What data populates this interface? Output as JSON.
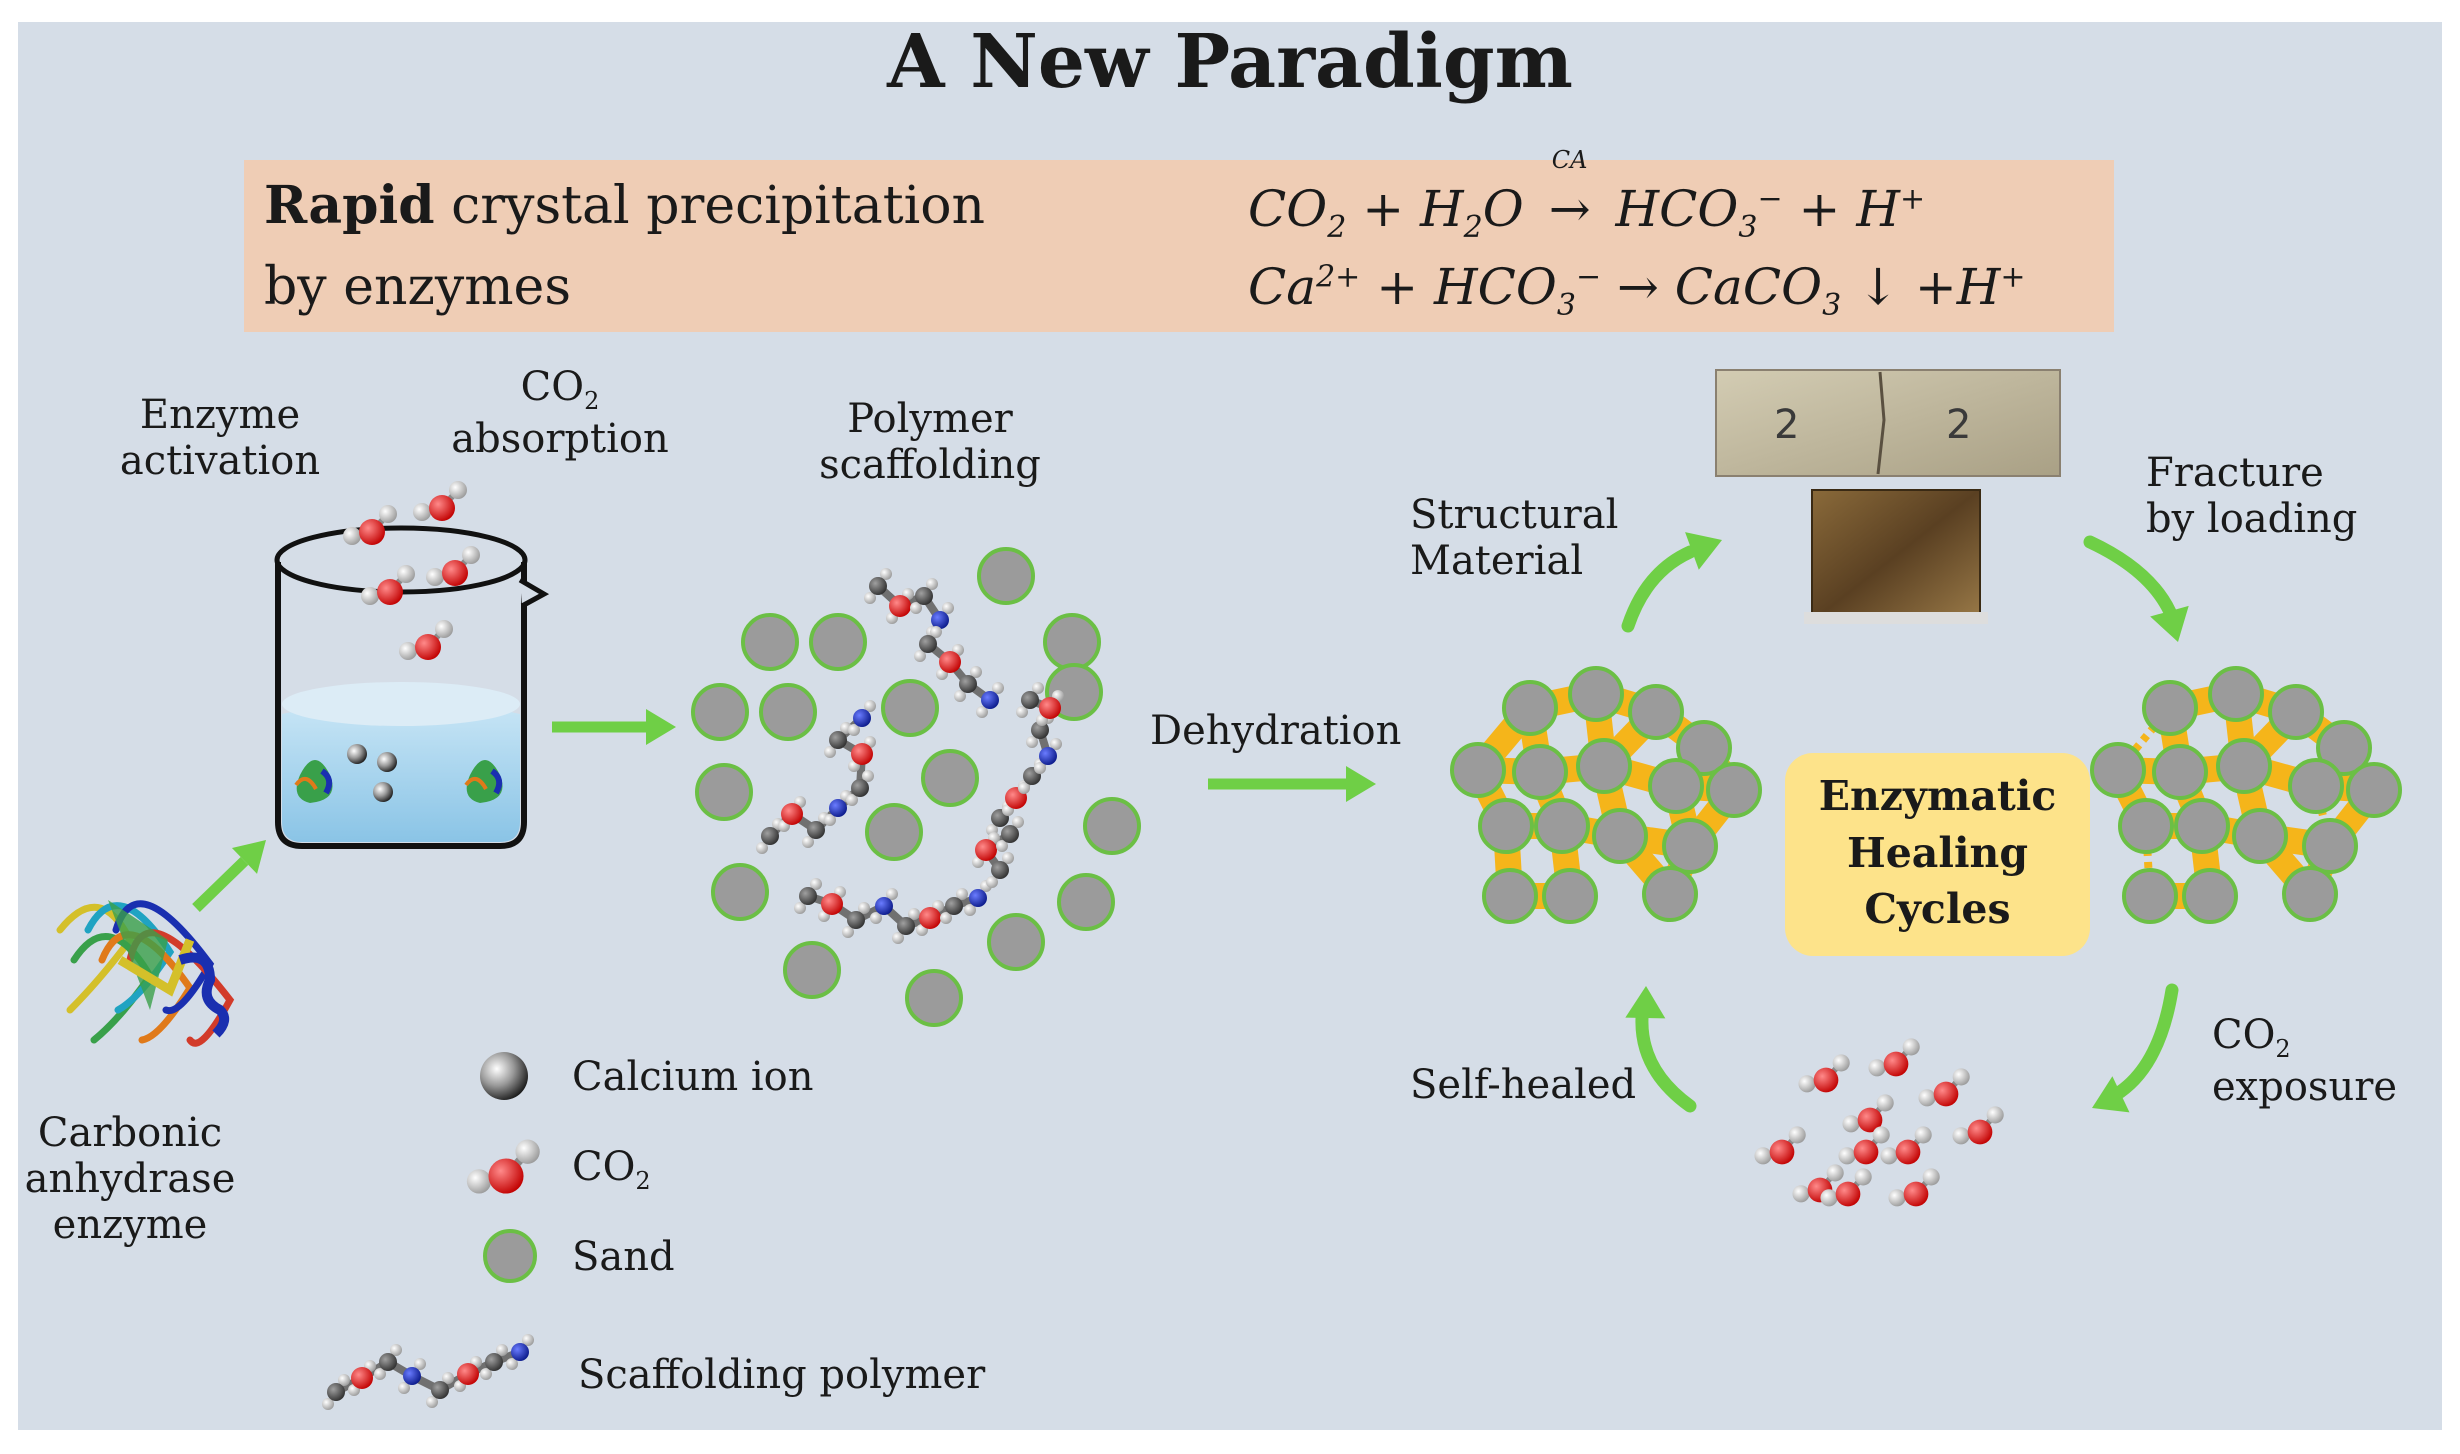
{
  "title": "A New Paradigm",
  "banner": {
    "line1_bold": "Rapid",
    "line1_rest": " crystal precipitation",
    "line2": "by enzymes",
    "eq1": {
      "a": "CO",
      "a_sub": "2",
      "plus1": " + ",
      "b": "H",
      "b_sub": "2",
      "b2": "O",
      "catalyst": "CA",
      "c": "HCO",
      "c_sub": "3",
      "c_sup": "−",
      "plus2": " + ",
      "d": "H",
      "d_sup": "+"
    },
    "eq2": {
      "a": "Ca",
      "a_sup": "2+",
      "plus1": " + ",
      "b": "HCO",
      "b_sub": "3",
      "b_sup": "−",
      "arrow": " → ",
      "c": "CaCO",
      "c_sub": "3",
      "down": " ↓ ",
      "plus2": "+",
      "d": "H",
      "d_sup": "+"
    }
  },
  "labels": {
    "enzyme_activation_1": "Enzyme",
    "enzyme_activation_2": "activation",
    "co2_absorption_1": "CO",
    "co2_absorption_1_sub": "2",
    "co2_absorption_2": "absorption",
    "polymer_1": "Polymer",
    "polymer_2": "scaffolding",
    "dehydration": "Dehydration",
    "structural_1": "Structural",
    "structural_2": "Material",
    "fracture_1": "Fracture",
    "fracture_2": "by loading",
    "self_healed": "Self-healed",
    "co2_exposure_1": "CO",
    "co2_exposure_1_sub": "2",
    "co2_exposure_2": "exposure",
    "carbonic_1": "Carbonic",
    "carbonic_2": "anhydrase",
    "carbonic_3": "enzyme",
    "healing_1": "Enzymatic",
    "healing_2": "Healing",
    "healing_3": "Cycles",
    "sample_mark": "2"
  },
  "legend": {
    "calcium": "Calcium ion",
    "co2": "CO",
    "co2_sub": "2",
    "sand": "Sand",
    "polymer": "Scaffolding polymer"
  },
  "colors": {
    "panel": "#d5dde7",
    "banner": "#efcdb5",
    "arrow_green": "#6fcf46",
    "sand_fill": "#9b9b9b",
    "sand_stroke": "#6bbf45",
    "bond_yellow": "#f5b51a",
    "oxygen_red": "#e11b1b",
    "hydrogen": "#e8e8e8",
    "nitrogen_blue": "#1a2fb0",
    "carbon_gray": "#505050",
    "healing_box": "#fde38a",
    "water": "#9fd0ec"
  }
}
